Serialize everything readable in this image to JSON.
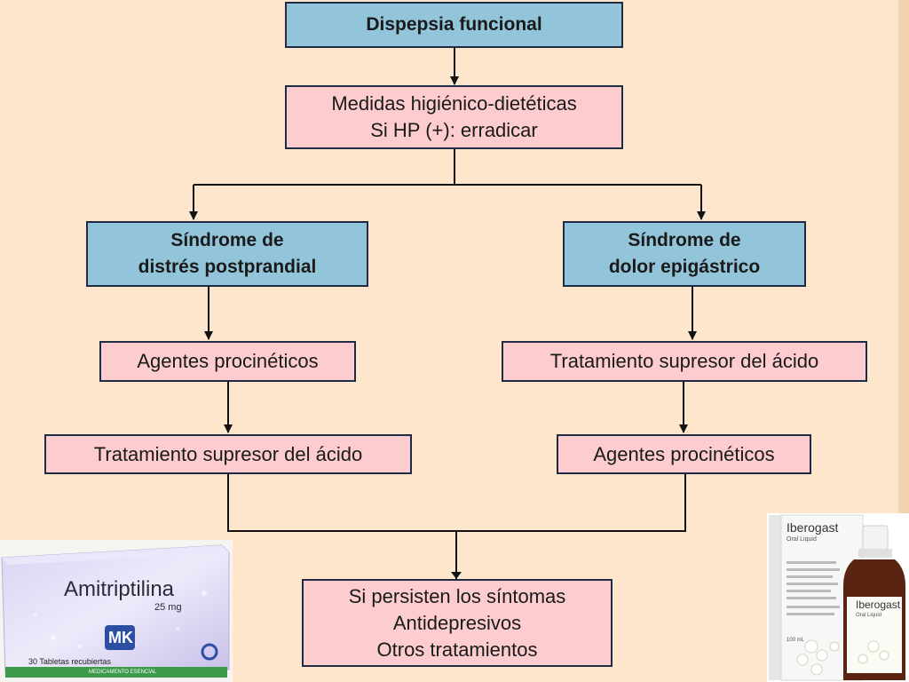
{
  "diagram": {
    "root": "Dispepsia funcional",
    "general_measures": [
      "Medidas higiénico-dietéticas",
      "Si HP (+): erradicar"
    ],
    "branch_left": {
      "syndrome": [
        "Síndrome de",
        "distrés postprandial"
      ],
      "step1": "Agentes procinéticos",
      "step2": "Tratamiento supresor del ácido"
    },
    "branch_right": {
      "syndrome": [
        "Síndrome de",
        "dolor epigástrico"
      ],
      "step1": "Tratamiento supresor del ácido",
      "step2": "Agentes procinéticos"
    },
    "final": [
      "Si persisten los síntomas",
      "Antidepresivos",
      "Otros tratamientos"
    ]
  },
  "products": {
    "amitriptilina": {
      "name": "Amitriptilina",
      "dose": "25 mg",
      "brand": "MK",
      "count": "30 Tabletas recubiertas",
      "footer": "MEDICAMENTO ESENCIAL"
    },
    "iberogast": {
      "name": "Iberogast",
      "subtitle": "Oral Liquid",
      "bottle_name": "Iberogast",
      "bottle_sub": "Oral Liquid",
      "volume": "100 mL"
    }
  },
  "colors": {
    "background": "#fde6cc",
    "blue_box": "#92c5d9",
    "pink_box": "#fccccf",
    "border": "#1f2a44"
  }
}
